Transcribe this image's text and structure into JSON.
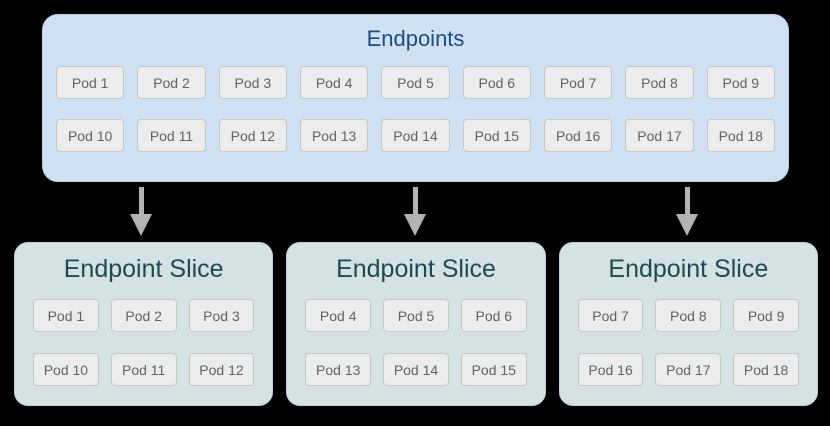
{
  "colors": {
    "page_background": "#000000",
    "endpoints_box_bg": "#cfe0f3",
    "endpoints_box_border": "#b6d0ec",
    "endpoints_title_text": "#1b4d82",
    "slice_box_bg": "#d5e2e3",
    "slice_box_border": "#bcd2d3",
    "slice_title_text": "#1d4b51",
    "pod_bg": "#ececec",
    "pod_border": "#c6c6c6",
    "pod_text": "#5f6368",
    "arrow": "#b3b3b3"
  },
  "endpoints_box": {
    "title": "Endpoints",
    "rows": [
      [
        "Pod 1",
        "Pod 2",
        "Pod 3",
        "Pod 4",
        "Pod 5",
        "Pod 6",
        "Pod 7",
        "Pod 8",
        "Pod 9"
      ],
      [
        "Pod 10",
        "Pod 11",
        "Pod 12",
        "Pod 13",
        "Pod 14",
        "Pod 15",
        "Pod 16",
        "Pod 17",
        "Pod 18"
      ]
    ]
  },
  "slices": [
    {
      "title": "Endpoint Slice",
      "rows": [
        [
          "Pod 1",
          "Pod 2",
          "Pod 3"
        ],
        [
          "Pod 10",
          "Pod 11",
          "Pod 12"
        ]
      ]
    },
    {
      "title": "Endpoint Slice",
      "rows": [
        [
          "Pod 4",
          "Pod 5",
          "Pod 6"
        ],
        [
          "Pod 13",
          "Pod 14",
          "Pod 15"
        ]
      ]
    },
    {
      "title": "Endpoint Slice",
      "rows": [
        [
          "Pod 7",
          "Pod 8",
          "Pod 9"
        ],
        [
          "Pod 16",
          "Pod 17",
          "Pod 18"
        ]
      ]
    }
  ]
}
